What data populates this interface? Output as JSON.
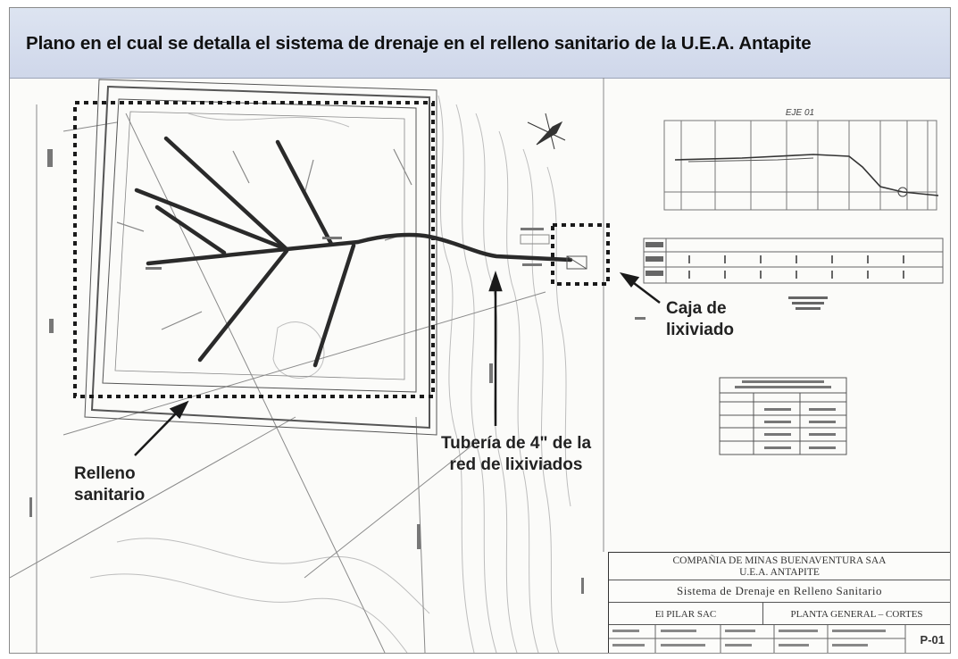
{
  "title": "Plano en el cual se detalla el sistema de drenaje en el relleno sanitario de la U.E.A. Antapite",
  "callouts": {
    "caja": "Caja de\nlixiviado",
    "tuberia": "Tubería de 4\" de la\nred de lixiviados",
    "relleno": "Relleno\nsanitario"
  },
  "profile": {
    "label": "EJE 01"
  },
  "title_block": {
    "company_line1": "COMPAÑIA DE MINAS BUENAVENTURA SAA",
    "company_line2": "U.E.A. ANTAPITE",
    "project": "Sistema de Drenaje en Relleno Sanitario",
    "contractor": "El PILAR SAC",
    "drawing": "PLANTA GENERAL – CORTES",
    "sheet": "P-01"
  }
}
